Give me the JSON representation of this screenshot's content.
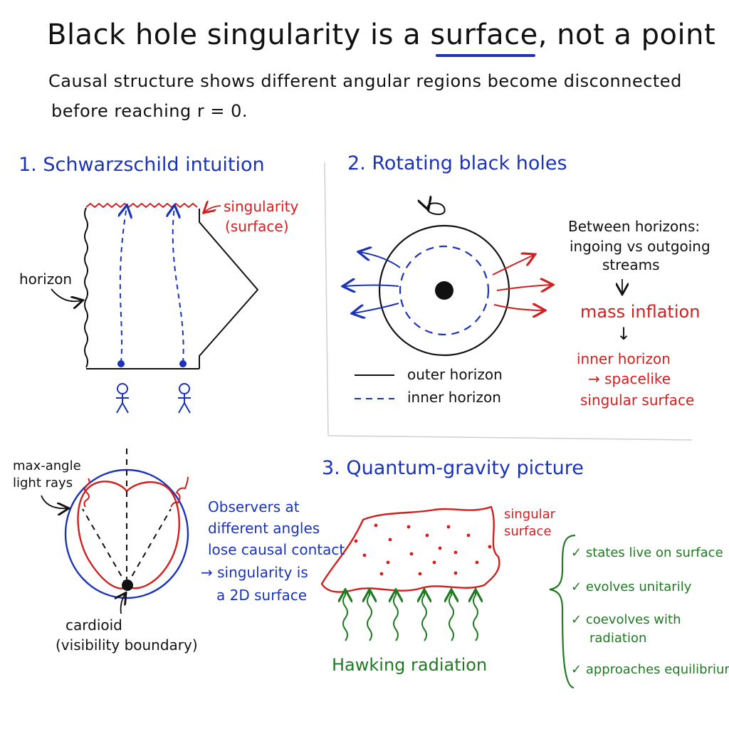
{
  "header": {
    "title_part1": "Black hole singularity is a ",
    "title_emphasis": "surface",
    "title_part2": ", not a point",
    "subtitle_line1": "Causal structure shows different angular regions become disconnected",
    "subtitle_line2": "before reaching r = 0."
  },
  "section1": {
    "title": "1. Schwarzschild intuition",
    "singularity_label_1": "singularity",
    "singularity_label_2": "(surface)",
    "horizon_label": "horizon"
  },
  "section2": {
    "title": "2. Rotating black holes",
    "legend_outer": "outer horizon",
    "legend_inner": "inner horizon",
    "note_line1": "Between horizons:",
    "note_line2": "ingoing vs outgoing",
    "note_line3": "streams",
    "arrow_1": "↓",
    "mass_inflation": "mass inflation",
    "arrow_2": "↓",
    "result_line1": "inner horizon",
    "result_line2": "→ spacelike",
    "result_line3": "singular surface"
  },
  "cardioid_panel": {
    "rays_label_1": "max-angle",
    "rays_label_2": "light rays",
    "cardioid_label_1": "cardioid",
    "cardioid_label_2": "(visibility boundary)",
    "observers_1": "Observers at",
    "observers_2": "different angles",
    "observers_3": "lose causal contact",
    "observers_4": "→ singularity is",
    "observers_5": "a 2D surface"
  },
  "section3": {
    "title": "3. Quantum-gravity picture",
    "surface_label_1": "singular",
    "surface_label_2": "surface",
    "radiation_label": "Hawking radiation",
    "checks": [
      {
        "mark": "✓",
        "text": "states live on surface"
      },
      {
        "mark": "✓",
        "text": "evolves unitarily"
      },
      {
        "mark": "✓",
        "text": "coevolves with"
      },
      {
        "mark": "✓",
        "text": "approaches equilibrium"
      }
    ],
    "check3_line2": "radiation"
  },
  "colors": {
    "blue": "#1a33b8",
    "red": "#d11f1f",
    "green": "#1f7a22",
    "black": "#111111"
  }
}
